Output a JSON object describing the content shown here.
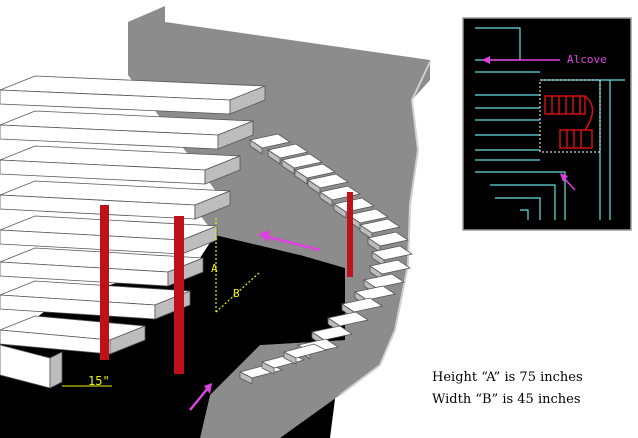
{
  "diagram": {
    "labels": {
      "a": "A",
      "b": "B",
      "step_depth": "15\"",
      "alcove": "Alcove"
    },
    "captions": {
      "height": "Height “A” is 75 inches",
      "width": "Width “B” is 45 inches"
    },
    "colors": {
      "floor": "#000000",
      "wall": "#8c8c8c",
      "step": "#ffffff",
      "step_side": "#bdbdbd",
      "post": "#c0101a",
      "dimension": "#f2f200",
      "arrow": "#e040e0",
      "plan_line": "#66e0e0",
      "plan_stairs": "#e01010"
    }
  }
}
